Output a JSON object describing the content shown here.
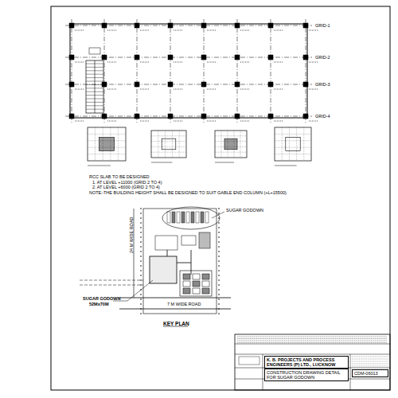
{
  "diagram": {
    "nodes": [
      {
        "text": [
          "K. B. PROJECTS AND PROCESS ENGINEERS (P) LTD., LUCKNOW"
        ]
      },
      {
        "text": [
          "CONSTRUCTION DRAWING DETAIL FOR SUGAR GODOWN"
        ]
      },
      {
        "text": [
          "CDM-06013"
        ]
      }
    ],
    "labels": [
      "GRID-1",
      "GRID-2",
      "GRID-3",
      "GRID-4",
      "RCC SLAB TO BE DESIGNED",
      "1. AT LEVEL +11000 (GRID 2 TO 4)",
      "2. AT LEVEL +6000 (GRID 2 TO 4)",
      "NOTE:-",
      "THE BUILDING HEIGHT SHALL BE DESIGNED TO SUIT GABLE END COLUMN (+L+15500)",
      "SUGAR GODOWN",
      "52Mx70M",
      "7 M WIDE ROAD",
      "24 M WIDE ROAD",
      "KEY PLAN",
      "SUGAR GODOWN"
    ]
  }
}
